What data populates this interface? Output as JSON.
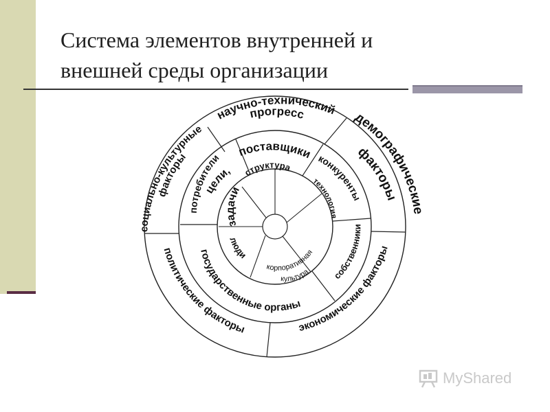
{
  "title": {
    "line1": "Система элементов внутренней и",
    "line2": "внешней среды организации"
  },
  "diagram": {
    "outer_ring": {
      "science_1": "научно-технический",
      "science_2": "прогресс",
      "demographic_1": "демографические",
      "demographic_2": "факторы",
      "economic": "экономические факторы",
      "political": "политические факторы",
      "sociocultural_1": "социально-культурные",
      "sociocultural_2": "факторы"
    },
    "middle_ring": {
      "suppliers": "поставщики",
      "competitors": "конкуренты",
      "owners": "собственники",
      "government": "государственные органы",
      "consumers": "потребители"
    },
    "inner_ring": {
      "structure": "структура",
      "technology": "технология",
      "culture_1": "корпоративная",
      "culture_2": "культура",
      "people": "люди",
      "tasks": "задачи",
      "goals": "цели,"
    }
  },
  "watermark": {
    "text": "MyShared"
  }
}
